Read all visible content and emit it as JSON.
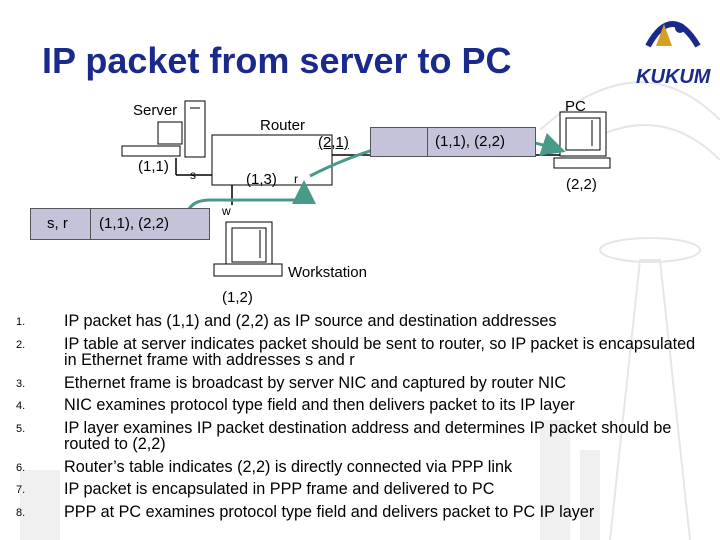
{
  "title": "IP packet from server to PC",
  "logo": {
    "name": "KUKUM"
  },
  "diagram": {
    "server_label": "Server",
    "router_label": "Router",
    "pc_label": "PC",
    "workstation_label": "Workstation",
    "server_address": "(1,1)",
    "router_addr_s": "s",
    "router_addr_13": "(1,3)",
    "router_addr_r": "r",
    "router_addr_21": "(2,1)",
    "router_addr_w": "w",
    "pc_address": "(2,2)",
    "workstation_address": "(1,2)",
    "ethernet_frame": {
      "mac": "s, r",
      "ip": "(1,1), (2,2)"
    },
    "ppp_frame": {
      "ip": "(1,1), (2,2)"
    }
  },
  "steps": [
    {
      "num": "1.",
      "text": "IP packet has (1,1) and (2,2) as IP source and destination addresses"
    },
    {
      "num": "2.",
      "text": "IP table at server indicates packet should be sent to router, so IP packet is encapsulated in Ethernet frame with addresses s and r"
    },
    {
      "num": "3.",
      "text": "Ethernet frame is broadcast by server NIC and captured by router NIC"
    },
    {
      "num": "4.",
      "text": "NIC examines protocol type field and then delivers packet to its IP layer"
    },
    {
      "num": "5.",
      "text": "IP layer examines IP packet destination address and determines IP packet should be routed to (2,2)"
    },
    {
      "num": "6.",
      "text": "Router’s table indicates (2,2) is directly connected via PPP link"
    },
    {
      "num": "7.",
      "text": "IP packet is encapsulated in PPP frame and delivered to PC"
    },
    {
      "num": "8.",
      "text": "PPP at PC examines protocol type field and delivers packet to PC IP layer"
    }
  ],
  "colors": {
    "title": "#1a2a8c",
    "frame_fill": "#c5c3d9",
    "arrow": "#4a9a8a"
  }
}
